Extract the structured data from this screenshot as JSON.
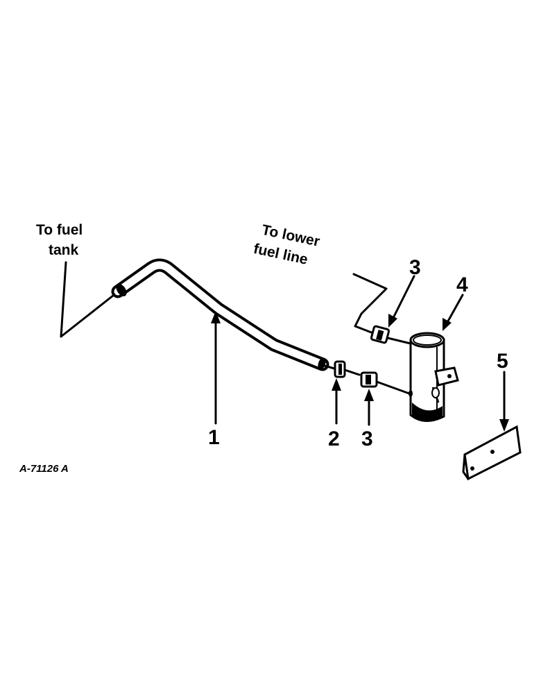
{
  "figure": {
    "drawing_code": "A-71126 A",
    "annotations": {
      "to_fuel_tank_line1": "To fuel",
      "to_fuel_tank_line2": "tank",
      "to_lower_fuel_line_line1": "To lower",
      "to_lower_fuel_line_line2": "fuel line"
    },
    "callouts": [
      {
        "id": "callout-1",
        "text": "1"
      },
      {
        "id": "callout-2",
        "text": "2"
      },
      {
        "id": "callout-3a",
        "text": "3"
      },
      {
        "id": "callout-3b",
        "text": "3"
      },
      {
        "id": "callout-4",
        "text": "4"
      },
      {
        "id": "callout-5",
        "text": "5"
      }
    ],
    "colors": {
      "ink": "#000000",
      "paper": "#ffffff"
    }
  }
}
